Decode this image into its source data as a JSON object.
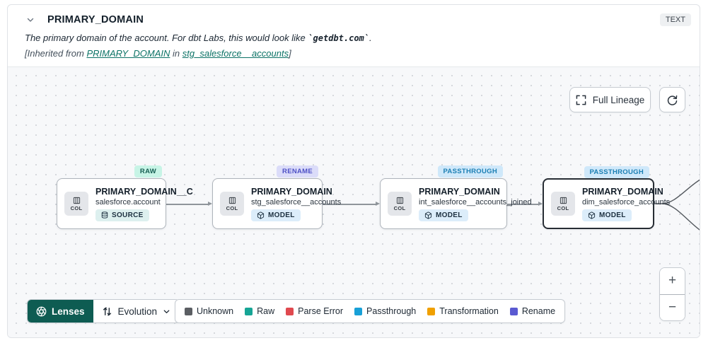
{
  "header": {
    "title": "PRIMARY_DOMAIN",
    "type_badge": "TEXT",
    "description": {
      "prefix": "The primary domain of the account. For dbt Labs, this would look like ",
      "code": "`getdbt.com`",
      "suffix": "."
    },
    "inherited": {
      "prefix": "[Inherited from ",
      "column_link": "PRIMARY_DOMAIN",
      "middle": " in ",
      "model_link": "stg_salesforce__accounts",
      "suffix": "]"
    }
  },
  "canvas": {
    "full_lineage_label": "Full Lineage"
  },
  "nodes": [
    {
      "badge": "RAW",
      "badge_bg": "#c7f4e6",
      "badge_fg": "#155e52",
      "col_label": "COL",
      "title": "PRIMARY_DOMAIN__C",
      "subtitle": "salesforce.account",
      "resource_label": "SOURCE"
    },
    {
      "badge": "RENAME",
      "badge_bg": "#dbdcf9",
      "badge_fg": "#4d50c6",
      "col_label": "COL",
      "title": "PRIMARY_DOMAIN",
      "subtitle": "stg_salesforce__accounts",
      "resource_label": "MODEL"
    },
    {
      "badge": "PASSTHROUGH",
      "badge_bg": "#cfe8fa",
      "badge_fg": "#1b7fb4",
      "col_label": "COL",
      "title": "PRIMARY_DOMAIN",
      "subtitle": "int_salesforce__accounts_joined",
      "resource_label": "MODEL"
    },
    {
      "badge": "PASSTHROUGH",
      "badge_bg": "#cfe8fa",
      "badge_fg": "#1b7fb4",
      "col_label": "COL",
      "title": "PRIMARY_DOMAIN",
      "subtitle": "dim_salesforce_accounts",
      "resource_label": "MODEL"
    }
  ],
  "footer": {
    "lenses_label": "Lenses",
    "evolution_label": "Evolution",
    "legend": [
      {
        "label": "Unknown",
        "color": "#5b5e63"
      },
      {
        "label": "Raw",
        "color": "#16a595"
      },
      {
        "label": "Parse Error",
        "color": "#e0494f"
      },
      {
        "label": "Passthrough",
        "color": "#18a0d7"
      },
      {
        "label": "Transformation",
        "color": "#f0a000"
      },
      {
        "label": "Rename",
        "color": "#5a5ad1"
      }
    ],
    "zoom_in": "+",
    "zoom_out": "−"
  }
}
